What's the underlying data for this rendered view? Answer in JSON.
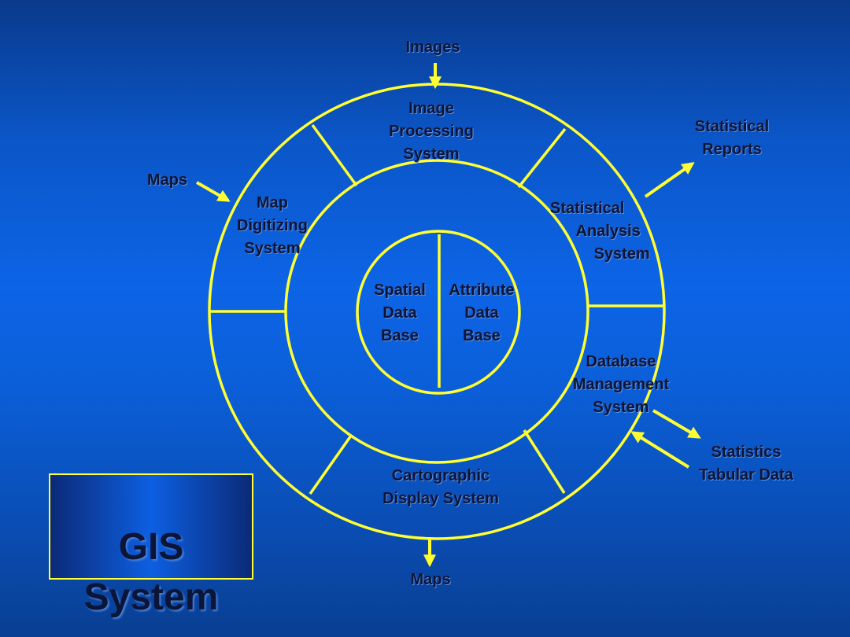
{
  "colors": {
    "line": "#ffff33",
    "text": "#0a1538",
    "background_top": "#0a3a8c",
    "background_mid": "#0c64e6"
  },
  "title_box": {
    "text": "GIS\nSystem"
  },
  "core": {
    "left": "Spatial\nData\nBase",
    "right": "Attribute\nData\nBase"
  },
  "subsystems": {
    "image_processing": "Image\nProcessing\nSystem",
    "map_digitizing": "Map\nDigitizing\nSystem",
    "statistical_analysis": "Statistical\n      Analysis\n          System",
    "database_management": "Database\nManagement\nSystem",
    "cartographic_display": "Cartographic\nDisplay System"
  },
  "inputs": {
    "images": "Images",
    "maps": "Maps",
    "statistics": "Statistics\nTabular Data"
  },
  "outputs": {
    "statistical_reports": "Statistical\nReports",
    "maps": "Maps"
  }
}
